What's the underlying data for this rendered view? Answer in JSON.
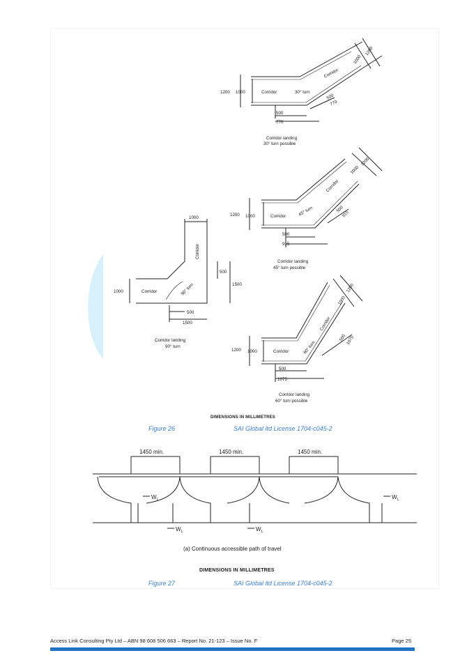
{
  "figure26": {
    "caption": "Figure 26",
    "license": "SAI Global ltd License 1704-c045-2",
    "dimensions_note": "DIMENSIONS IN MILLIMETRES",
    "corridor": "Corridor",
    "d30": {
      "turn": "30° turn",
      "w1200": "1200",
      "w1000": "1000",
      "a500": "500",
      "a770": "770",
      "o1000": "1000",
      "o1200": "1200",
      "o500": "500",
      "o770": "770",
      "label1": "Corridor landing",
      "label2": "30° turn possible"
    },
    "d45": {
      "turn": "45° turn",
      "w1200": "1200",
      "w1000": "1000",
      "a500": "500",
      "a915": "915",
      "o1000": "1000",
      "o1200": "1200",
      "o500": "500",
      "o915": "915",
      "label1": "Corridor landing",
      "label2": "45° turn possible"
    },
    "d60": {
      "turn": "60° turn",
      "w1200": "1200",
      "w1000": "1000",
      "a500": "500",
      "a1075": "1075",
      "o1000": "1000",
      "o1200": "1200",
      "o500": "500",
      "o1075": "1075",
      "label1": "Corridor landing",
      "label2": "60° turn possible"
    },
    "d90": {
      "turn": "90° turn",
      "top1000": "1000",
      "left1000": "1000",
      "r500": "500",
      "r1500": "1500",
      "b500": "500",
      "b1500": "1500",
      "label1": "Corridor landing",
      "label2": "90° turn"
    }
  },
  "figure27": {
    "caption": "Figure 27",
    "license": "SAI Global ltd License 1704-c045-2",
    "dimensions_note": "DIMENSIONS IN MILLIMETRES",
    "min1": "1450 min.",
    "min2": "1450 min.",
    "min3": "1450 min.",
    "wl": "W",
    "wl_sub": "L",
    "subcaption": "(a) Continuous accessible path of travel"
  },
  "footer": {
    "left": "Access Link Consulting Pty Ltd   –   ABN 98 608 506 663   –   Report No. 21-123   –   Issue No. F",
    "right": "Page 25"
  },
  "colors": {
    "accent": "#1f73c2",
    "caption": "#3a7fd0",
    "watermark": "#d8f0fb"
  }
}
